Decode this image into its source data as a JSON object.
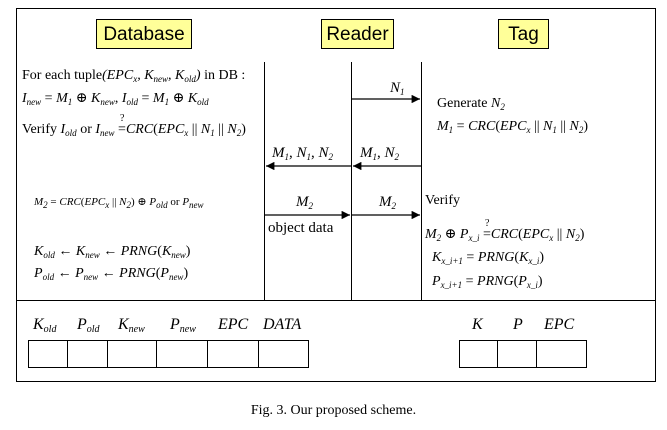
{
  "headers": {
    "database": "Database",
    "reader": "Reader",
    "tag": "Tag"
  },
  "database_steps": {
    "foreach_prefix": "For each tuple",
    "foreach_tuple": "(EPCx, Knew, Kold)",
    "foreach_suffix": " in DB :",
    "line_i": "Inew = M1 ⊕ Knew, Iold = M1 ⊕ Kold",
    "verify_prefix": "Verify",
    "verify_expr": "Iold or Inew =? CRC(EPCx || N1 || N2)",
    "m2": "M2 = CRC(EPCx || N2) ⊕ Pold or Pnew",
    "k_update": "Kold ← Knew ← PRNG(Knew)",
    "p_update": "Pold ← Pnew ← PRNG(Pnew)"
  },
  "messages": {
    "n1": "N1",
    "reader_to_db": "M1, N1, N2",
    "tag_to_reader": "M1, N2",
    "db_to_reader": "M2",
    "object_data": "object data",
    "reader_to_tag": "M2"
  },
  "tag_steps": {
    "generate": "Generate N2",
    "m1": "M1 = CRC(EPCx || N1 || N2)",
    "verify": "Verify",
    "verify_expr": "M2 ⊕ Px_i =? CRC(EPCx || N2)",
    "k_update": "Kx_i+1 = PRNG(Kx_i)",
    "p_update": "Px_i+1 = PRNG(Px_i)"
  },
  "db_table": {
    "columns": [
      "Kold",
      "Pold",
      "Knew",
      "Pnew",
      "EPC",
      "DATA"
    ]
  },
  "tag_table": {
    "columns": [
      "K",
      "P",
      "EPC"
    ]
  },
  "caption": "Fig. 3. Our proposed scheme."
}
